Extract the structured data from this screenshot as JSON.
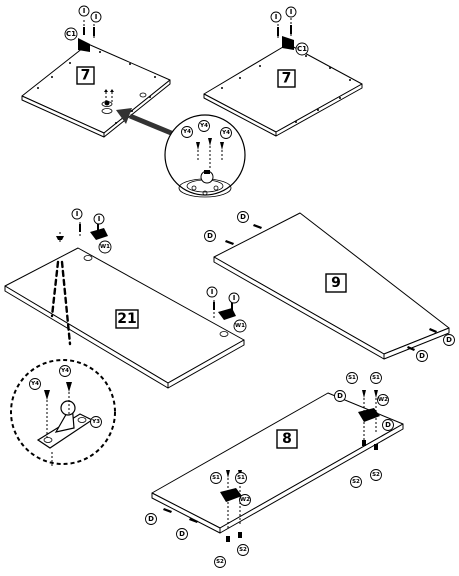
{
  "steps": {
    "panel_top_left": "7",
    "panel_top_right": "7",
    "panel_middle_left": "21",
    "panel_middle_right": "9",
    "panel_bottom": "8"
  },
  "parts": {
    "cam_bolt": "I",
    "cam_lock": "C1",
    "screw": "Y4",
    "plate": "Y3",
    "dowel": "D",
    "wheel": "W1",
    "wheel_small": "W2",
    "screw_s1": "S1",
    "screw_s2": "S2"
  }
}
